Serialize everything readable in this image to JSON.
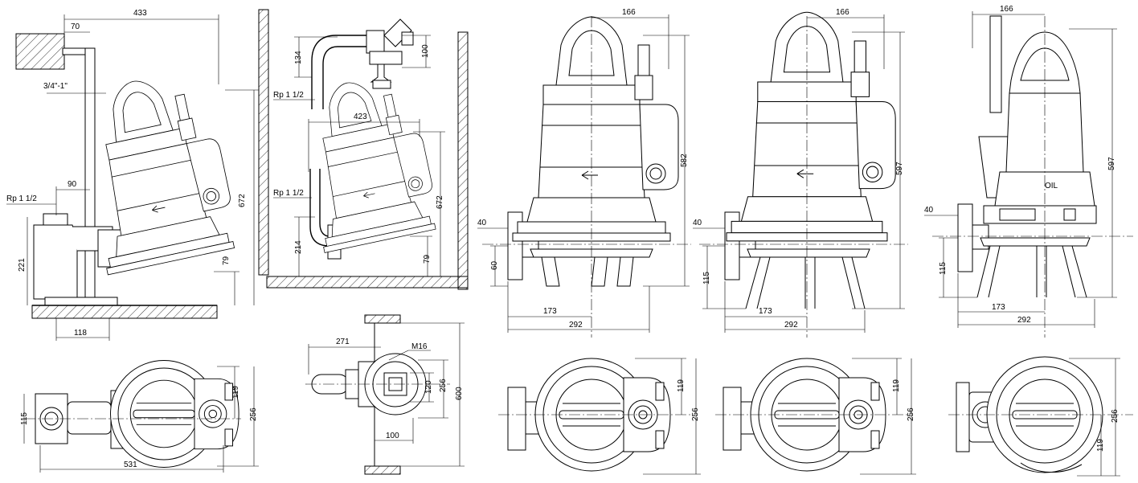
{
  "views": {
    "autocoupling_side": {
      "dims": {
        "d433": "433",
        "d70": "70",
        "d34": "3/4\"-1\"",
        "d90": "90",
        "rp": "Rp 1 1/2",
        "d221": "221",
        "d672": "672",
        "d79": "79",
        "d118": "118"
      }
    },
    "autocoupling_top": {
      "dims": {
        "d115": "115",
        "d531": "531",
        "d119": "119",
        "d256": "256"
      }
    },
    "pipe_stand_side": {
      "dims": {
        "d134": "134",
        "d100": "100",
        "rp_top": "Rp 1 1/2",
        "d423": "423",
        "rp_mid": "Rp 1 1/2",
        "d672": "672",
        "d214": "214",
        "d79": "79"
      }
    },
    "pipe_stand_top": {
      "dims": {
        "d271": "271",
        "m16": "M16",
        "d120": "120",
        "d256": "256",
        "d600": "600",
        "d100": "100"
      }
    },
    "ring_stand_1_side": {
      "dims": {
        "d166": "166",
        "d582": "582",
        "d40": "40",
        "d60": "60",
        "d173": "173",
        "d292": "292"
      }
    },
    "ring_stand_1_top": {
      "dims": {
        "d119": "119",
        "d256": "256"
      }
    },
    "ring_stand_2_side": {
      "dims": {
        "d166": "166",
        "d597": "597",
        "d40": "40",
        "d115": "115",
        "d173": "173",
        "d292": "292"
      }
    },
    "ring_stand_2_top": {
      "dims": {
        "d119": "119",
        "d256": "256"
      }
    },
    "ring_stand_3_side": {
      "dims": {
        "d166": "166",
        "d597": "597",
        "d40": "40",
        "d115": "115",
        "d173": "173",
        "d292": "292",
        "oil": "OIL"
      }
    },
    "ring_stand_3_top": {
      "dims": {
        "d256": "256",
        "d119": "119"
      }
    }
  }
}
